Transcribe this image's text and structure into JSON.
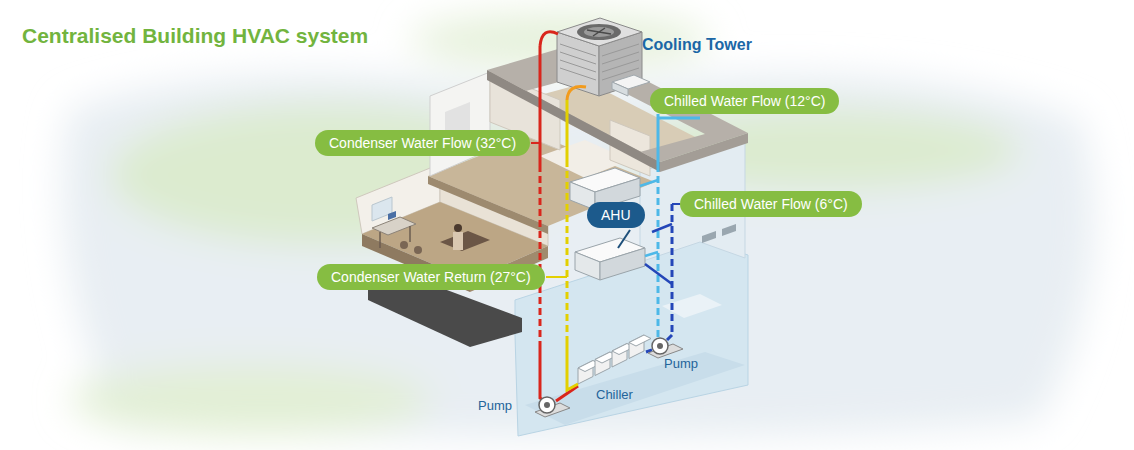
{
  "diagram": {
    "title": "Centralised Building HVAC system",
    "nodes": [
      {
        "text": [
          "Chilled Water Flow (12°C)"
        ]
      },
      {
        "text": [
          "Condenser Water Flow (32°C)"
        ]
      },
      {
        "text": [
          "Chilled Water Flow (6°C)"
        ]
      },
      {
        "text": [
          "AHU"
        ]
      },
      {
        "text": [
          "Condenser Water Return (27°C)"
        ]
      }
    ],
    "labels": [
      "Cooling Tower",
      "Pump",
      "Chiller",
      "Pump"
    ]
  }
}
